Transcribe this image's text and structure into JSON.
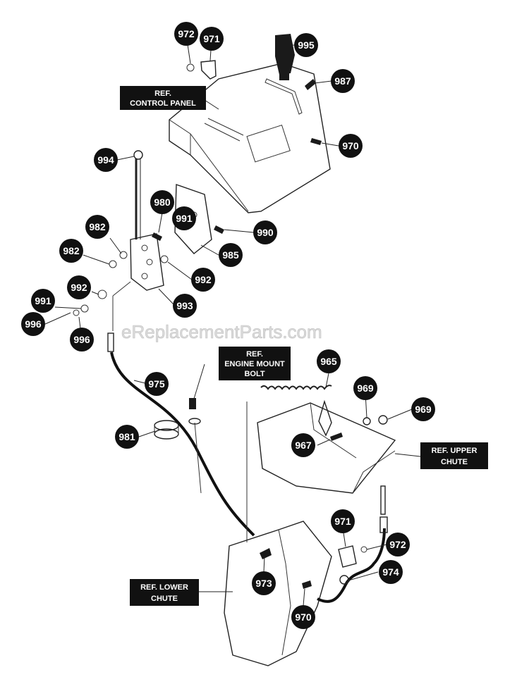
{
  "watermark": "eReplacementParts.com",
  "callouts": [
    {
      "id": "c972a",
      "label": "972"
    },
    {
      "id": "c971a",
      "label": "971"
    },
    {
      "id": "c995",
      "label": "995"
    },
    {
      "id": "c987a",
      "label": "987"
    },
    {
      "id": "c970a",
      "label": "970"
    },
    {
      "id": "c994",
      "label": "994"
    },
    {
      "id": "c980",
      "label": "980"
    },
    {
      "id": "c991a",
      "label": "991"
    },
    {
      "id": "c990",
      "label": "990"
    },
    {
      "id": "c982a",
      "label": "982"
    },
    {
      "id": "c982b",
      "label": "982"
    },
    {
      "id": "c985",
      "label": "985"
    },
    {
      "id": "c992a",
      "label": "992"
    },
    {
      "id": "c992b",
      "label": "992"
    },
    {
      "id": "c993",
      "label": "993"
    },
    {
      "id": "c991b",
      "label": "991"
    },
    {
      "id": "c996a",
      "label": "996"
    },
    {
      "id": "c996b",
      "label": "996"
    },
    {
      "id": "c965",
      "label": "965"
    },
    {
      "id": "c975",
      "label": "975"
    },
    {
      "id": "c969a",
      "label": "969"
    },
    {
      "id": "c969b",
      "label": "969"
    },
    {
      "id": "c981",
      "label": "981"
    },
    {
      "id": "c967",
      "label": "967"
    },
    {
      "id": "c971b",
      "label": "971"
    },
    {
      "id": "c972b",
      "label": "972"
    },
    {
      "id": "c974",
      "label": "974"
    },
    {
      "id": "c973",
      "label": "973"
    },
    {
      "id": "c970b",
      "label": "970"
    }
  ],
  "ref_labels": {
    "control_panel": [
      "REF.",
      "CONTROL PANEL"
    ],
    "engine_mount_bolt": [
      "REF.",
      "ENGINE MOUNT",
      "BOLT"
    ],
    "upper_chute": [
      "REF. UPPER",
      "CHUTE"
    ],
    "lower_chute": [
      "REF. LOWER",
      "CHUTE"
    ]
  }
}
